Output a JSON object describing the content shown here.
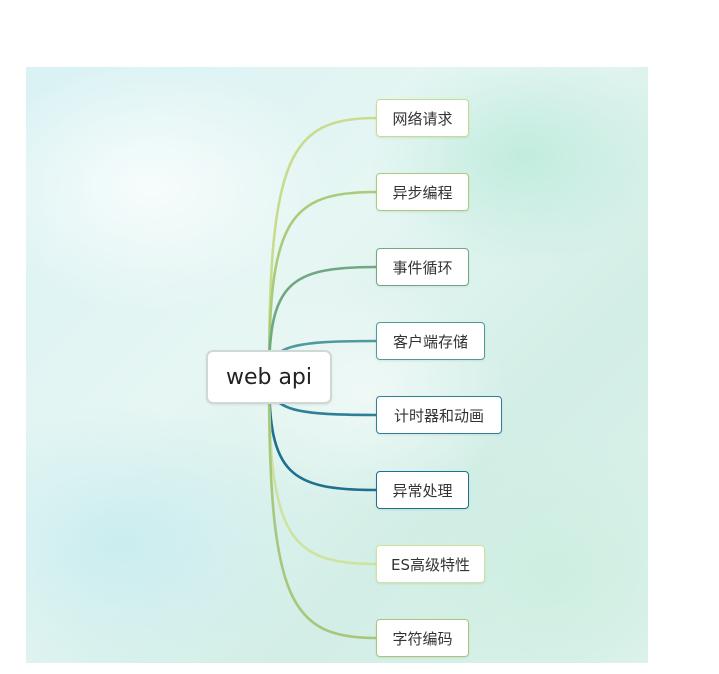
{
  "root": {
    "label": "web api"
  },
  "branches": [
    {
      "label": "网络请求",
      "color": "#c8dc90"
    },
    {
      "label": "异步编程",
      "color": "#a9cc7a"
    },
    {
      "label": "事件循环",
      "color": "#6fa882"
    },
    {
      "label": "客户端存储",
      "color": "#4f9a9e"
    },
    {
      "label": "计时器和动画",
      "color": "#2e7f98"
    },
    {
      "label": "异常处理",
      "color": "#1f6f8e"
    },
    {
      "label": "ES高级特性",
      "color": "#cfe3a0"
    },
    {
      "label": "字符编码",
      "color": "#a9c77c"
    }
  ]
}
